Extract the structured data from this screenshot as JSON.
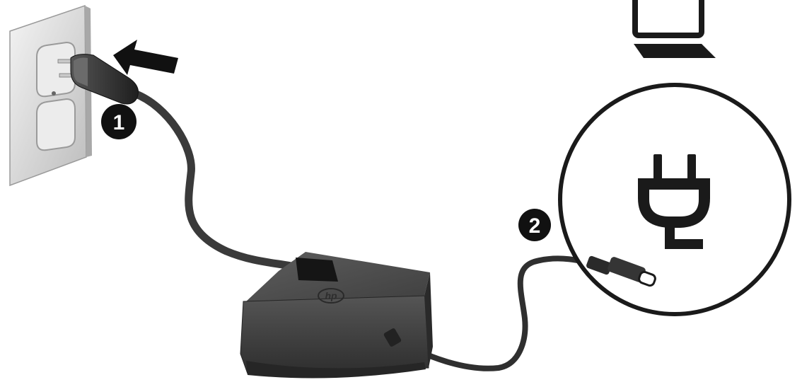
{
  "steps": [
    {
      "number": "1",
      "target": "wall-outlet"
    },
    {
      "number": "2",
      "target": "computer-usb-c-port"
    }
  ],
  "icons": {
    "computer": "laptop-icon",
    "power": "power-plug-icon",
    "direction": "push-arrow-icon"
  },
  "adapter": {
    "brand_logo": "hp"
  },
  "colors": {
    "background": "#ffffff",
    "outline": "#1a1a1a",
    "cable": "#3a3a3a",
    "adapter_body": "#4a4a4a",
    "wallplate": "#e4e4e4"
  }
}
